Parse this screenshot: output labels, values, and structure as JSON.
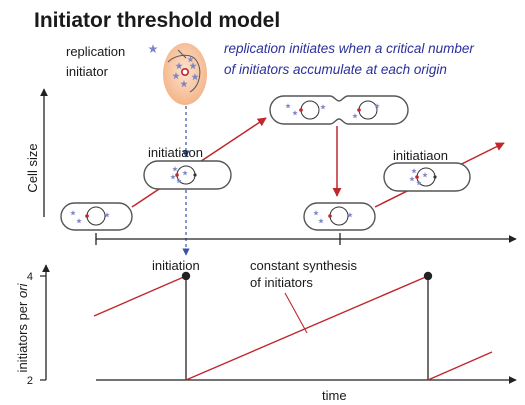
{
  "title": "Initiator threshold model",
  "initiator_label_line1": "replication",
  "initiator_label_line2": "initiator",
  "note_line1": "replication initiates when a critical number",
  "note_line2": "of initiators accumulate at each origin",
  "initiation_label_1": "initiatiaon",
  "initiation_label_2": "initiatiaon",
  "cell_size_label": "Cell size",
  "initiation_label_bottom": "initiation",
  "synthesis_label_line1": "constant synthesis",
  "synthesis_label_line2": "of initiators",
  "y_axis_bottom_label_pre": "initiators per ",
  "y_axis_bottom_label_italic": "ori",
  "y_tick_4": "4",
  "y_tick_2": "2",
  "x_axis_label": "time",
  "colors": {
    "growth_arrow": "#c0272d",
    "guide_arrow": "#3b4fa8",
    "initiator_star": "#7f86c6",
    "note_text": "#2b2f9a",
    "cell_zoom_fill": "#f7c49c"
  }
}
